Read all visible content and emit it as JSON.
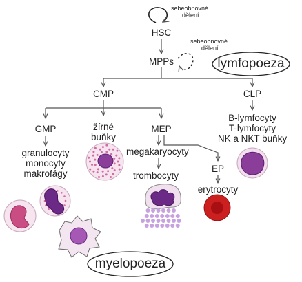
{
  "nodes": {
    "hsc": "HSC",
    "hsc_self_renewal": [
      "sebeobnovné",
      "dělení"
    ],
    "mpps": "MPPs",
    "mpps_self_renewal": [
      "sebeobnovné",
      "dělení"
    ],
    "cmp": "CMP",
    "clp": "CLP",
    "gmp": "GMP",
    "mast": [
      "žírné",
      "buňky"
    ],
    "mep": "MEP",
    "gmp_products": [
      "granulocyty",
      "monocyty",
      "makrofágy"
    ],
    "megakaryocytes": "megakaryocyty",
    "platelets": "trombocyty",
    "ep": "EP",
    "erythrocytes": "erytrocyty",
    "lymphocytes": [
      "B-lymfocyty",
      "T-lymfocyty",
      "NK a NKT buňky"
    ]
  },
  "titles": {
    "lymphopoiesis": "lymfopoeza",
    "myelopoiesis": "myelopoeza"
  },
  "colors": {
    "line": "#555555",
    "cell_membrane": "#f6e4ef",
    "cell_outline": "#c8a6bc",
    "nucleus_purple": "#8a3d99",
    "nucleus_dark": "#5c1c72",
    "neutrophil_nucleus": "#c94d83",
    "granules": "#d26aa6",
    "platelets": "#c8a2e0",
    "erythrocyte": "#cc1f1f",
    "erythrocyte_center": "#a80f12"
  }
}
